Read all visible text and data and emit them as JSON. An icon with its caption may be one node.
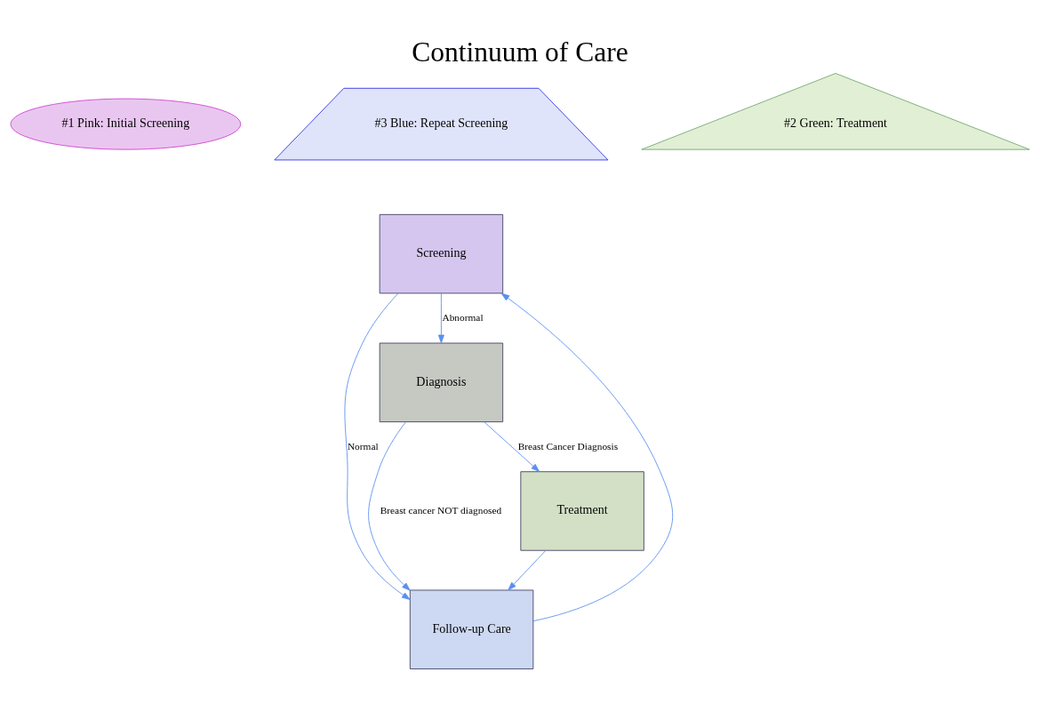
{
  "diagram": {
    "title": "Continuum of Care",
    "nodes": [
      {
        "text": [
          "#1 Pink: Initial Screening"
        ]
      },
      {
        "text": [
          "Screening"
        ]
      },
      {
        "text": [
          "#3 Blue: Repeat Screening"
        ]
      },
      {
        "text": [
          "Follow-up Care"
        ]
      },
      {
        "text": [
          "Diagnosis"
        ]
      },
      {
        "text": [
          "#2 Green: Treatment"
        ]
      },
      {
        "text": [
          "Treatment"
        ]
      }
    ],
    "edges": [
      {
        "from": 1,
        "to": 4,
        "arrow": "to",
        "label": "Abnormal"
      },
      {
        "from": 1,
        "to": 3,
        "arrow": "to",
        "label": "Normal"
      },
      {
        "from": 4,
        "to": 3,
        "arrow": "to",
        "label": "Breast cancer NOT diagnosed"
      },
      {
        "from": 4,
        "to": 6,
        "arrow": "to",
        "label": "Breast Cancer Diagnosis"
      },
      {
        "from": 6,
        "to": 3,
        "arrow": "to"
      },
      {
        "from": 3,
        "to": 1,
        "arrow": "to"
      }
    ]
  }
}
